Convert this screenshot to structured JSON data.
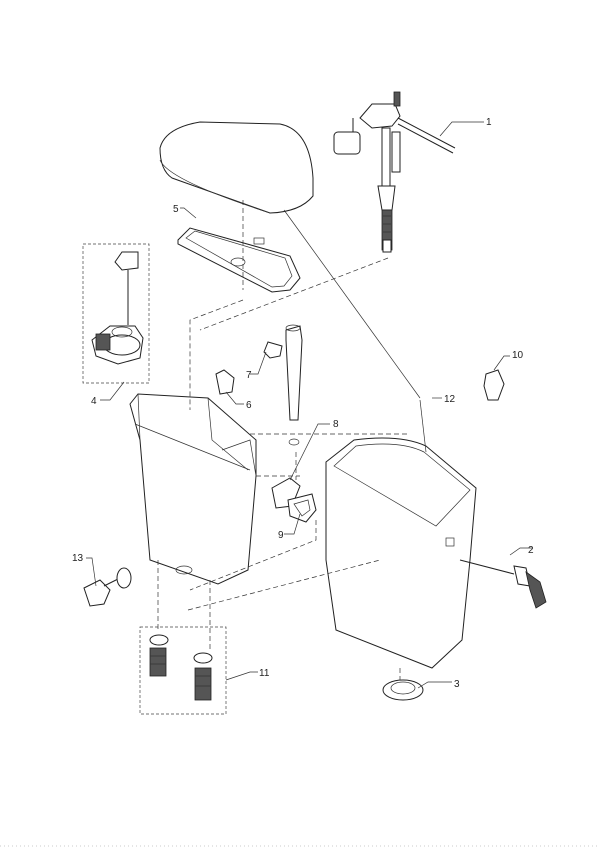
{
  "callouts": [
    {
      "id": "callout-1",
      "text": "1"
    },
    {
      "id": "callout-2",
      "text": "2"
    },
    {
      "id": "callout-3",
      "text": "3"
    },
    {
      "id": "callout-4",
      "text": "4"
    },
    {
      "id": "callout-5",
      "text": "5"
    },
    {
      "id": "callout-6",
      "text": "6"
    },
    {
      "id": "callout-7",
      "text": "7"
    },
    {
      "id": "callout-8",
      "text": "8"
    },
    {
      "id": "callout-9",
      "text": "9"
    },
    {
      "id": "callout-10",
      "text": "10"
    },
    {
      "id": "callout-11",
      "text": "11"
    },
    {
      "id": "callout-12",
      "text": "12"
    },
    {
      "id": "callout-13",
      "text": "13"
    }
  ],
  "colors": {
    "line": "#222222",
    "background": "#ffffff"
  }
}
